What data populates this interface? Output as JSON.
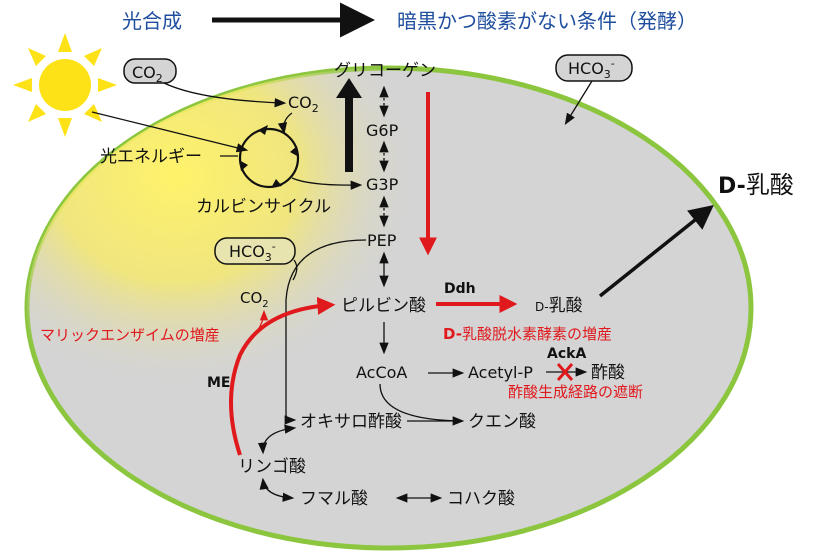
{
  "top": {
    "left_label": "光合成",
    "right_label": "暗黒かつ酸素がない条件（発酵）"
  },
  "light": {
    "label": "光エネルギー"
  },
  "cycle": {
    "label": "カルビンサイクル"
  },
  "boxes": {
    "co2_outside": "CO",
    "co2_outside_sub": "2",
    "hco3_outside": "HCO",
    "hco3_outside_sub": "3",
    "hco3_outside_sup": "-",
    "hco3_inside": "HCO",
    "hco3_inside_sub": "3",
    "hco3_inside_sup": "-"
  },
  "metabolites": {
    "co2_fix": "CO",
    "co2_fix_sub": "2",
    "glycogen": "グリコーゲン",
    "g6p": "G6P",
    "g3p": "G3P",
    "pep": "PEP",
    "pyruvate": "ピルビン酸",
    "d_lactate": "乳酸",
    "d_prefix_small": "D-",
    "acoa": "AcCoA",
    "acetylp": "Acetyl-P",
    "acetate": "酢酸",
    "oxaloacetate": "オキサロ酢酸",
    "citrate": "クエン酸",
    "malate": "リンゴ酸",
    "fumarate": "フマル酸",
    "succinate": "コハク酸",
    "co2_me": "CO",
    "co2_me_sub": "2"
  },
  "enzymes": {
    "ddh": "Ddh",
    "acka": "AckA",
    "me": "ME"
  },
  "annotations": {
    "ddh_increase_prefix": "D-",
    "ddh_increase": "乳酸脱水素酵素の増産",
    "me_increase": "マリックエンザイムの増産",
    "acetate_block": "酢酸生成経路の遮断"
  },
  "product": {
    "prefix": "D-",
    "label": "乳酸"
  },
  "colors": {
    "cell_border": "#8cc63f",
    "cell_fill": "#d4d4d4",
    "sun": "#fde217",
    "blue_text": "#1f4e9e",
    "red": "#e0191d",
    "black": "#111111"
  }
}
